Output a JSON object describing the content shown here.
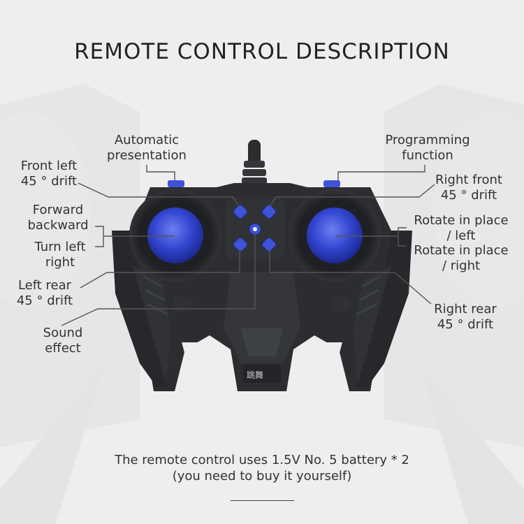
{
  "title": "REMOTE CONTROL DESCRIPTION",
  "labels": {
    "automatic": [
      "Automatic",
      "presentation"
    ],
    "programming": [
      "Programming",
      "function"
    ],
    "front_left": [
      "Front left",
      "45 ° drift"
    ],
    "right_front": [
      "Right front",
      "45 ° drift"
    ],
    "forward_backward": [
      "Forward",
      "backward"
    ],
    "turn_left_right": [
      "Turn left",
      "right"
    ],
    "rotate_left": [
      "Rotate in place",
      "/ left"
    ],
    "rotate_right": [
      "Rotate in place",
      "/ right"
    ],
    "left_rear": [
      "Left rear",
      "45 ° drift"
    ],
    "right_rear": [
      "Right rear",
      "45 ° drift"
    ],
    "sound_effect": [
      "Sound",
      "effect"
    ]
  },
  "remote_marking": "跳舞",
  "footer": [
    "The remote control uses 1.5V No. 5 battery * 2",
    "(you need to buy it yourself)"
  ],
  "colors": {
    "background": "#eeeeee",
    "remote_body": "#2b2d30",
    "joystick": "#3d4fd6",
    "button": "#3f53d8"
  }
}
